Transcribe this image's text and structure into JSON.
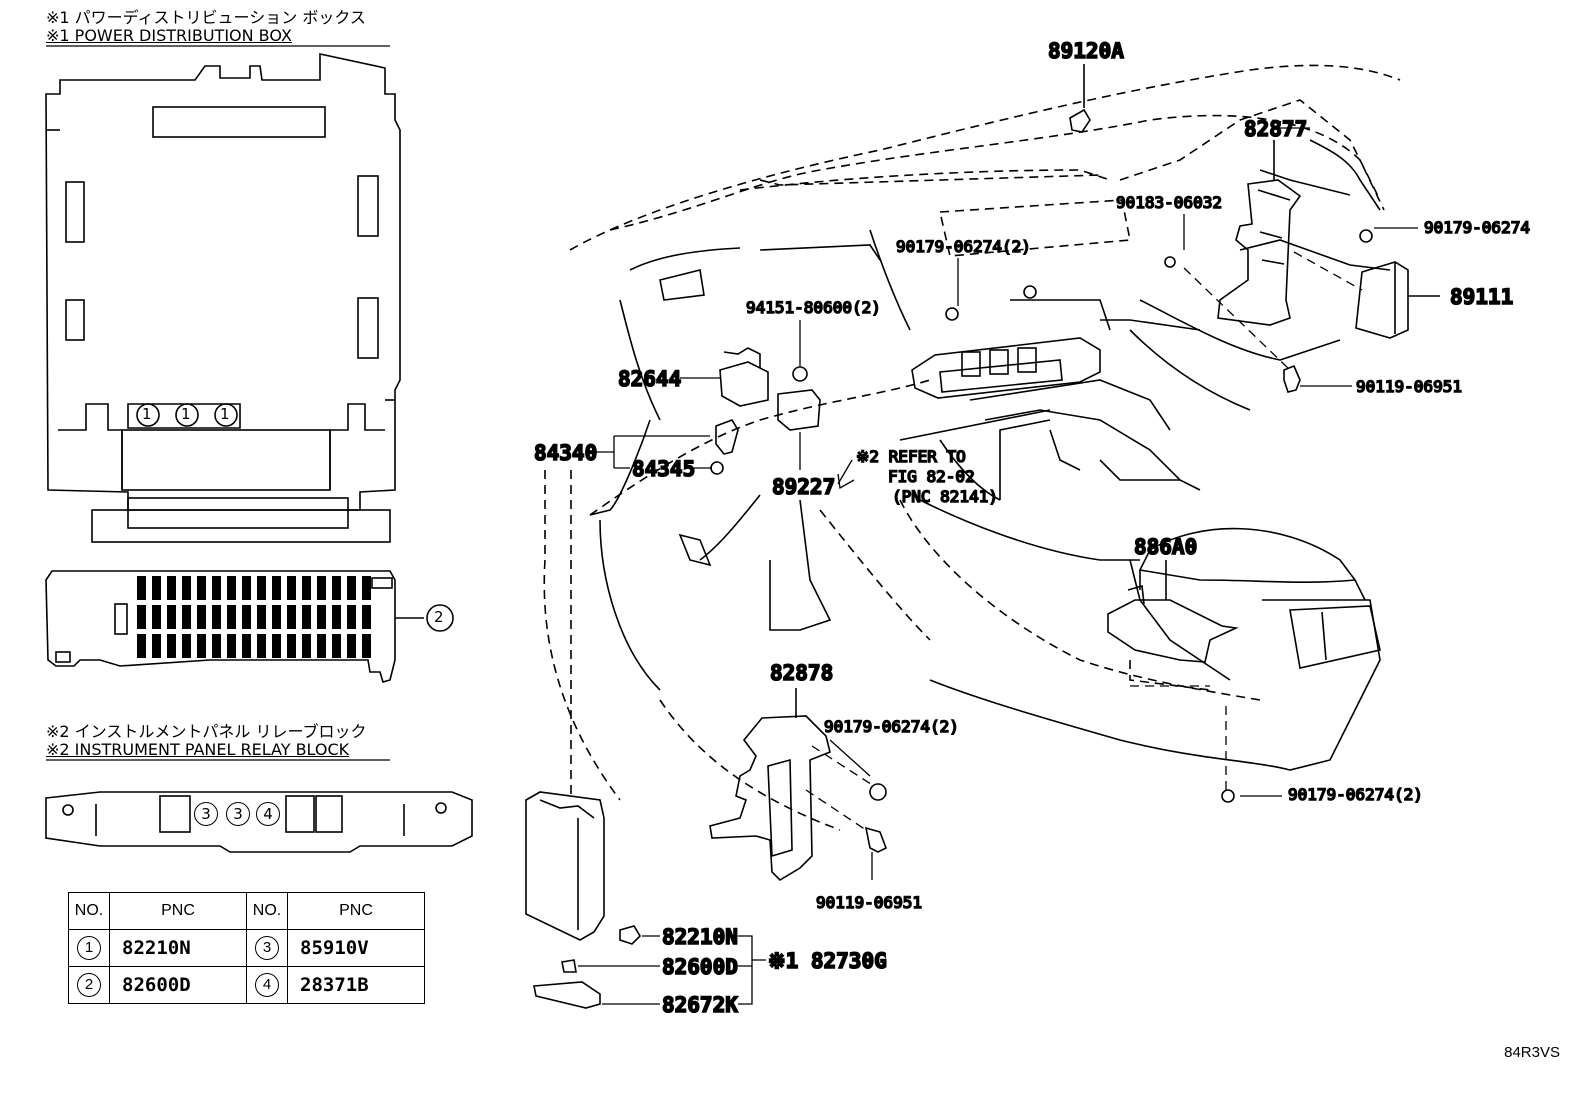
{
  "headings": {
    "box1_jp": "※1 パワーディストリビューション ボックス",
    "box1_en": "※1 POWER DISTRIBUTION BOX",
    "box2_jp": "※2 インストルメントパネル リレーブロック",
    "box2_en": "※2 INSTRUMENT PANEL RELAY BLOCK"
  },
  "markers": {
    "one": "1",
    "two": "2",
    "three": "3",
    "four": "4"
  },
  "parts": {
    "p89120A": "89120A",
    "p82877": "82877",
    "p90183": "90183-06032",
    "p90179_top": "90179-06274",
    "p90179_2a": "90179-06274(2)",
    "p89111": "89111",
    "p94151": "94151-80600(2)",
    "p82644": "82644",
    "p90119_a": "90119-06951",
    "p84340": "84340",
    "p84345": "84345",
    "p89227": "89227",
    "p886A0": "886A0",
    "p82878": "82878",
    "p90179_2b": "90179-06274(2)",
    "p90179_2c": "90179-06274(2)",
    "p90119_b": "90119-06951",
    "p82210N": "82210N",
    "p82600D": "82600D",
    "p82672K": "82672K",
    "p82730G": "※1 82730G"
  },
  "refer": {
    "line1": "※2 REFER TO",
    "line2": "FIG 82-02",
    "line3": "(PNC 82141)"
  },
  "table": {
    "headers": [
      "NO.",
      "PNC",
      "NO.",
      "PNC"
    ],
    "rows": [
      {
        "no_a": "1",
        "pnc_a": "82210N",
        "no_b": "3",
        "pnc_b": "85910V"
      },
      {
        "no_a": "2",
        "pnc_a": "82600D",
        "no_b": "4",
        "pnc_b": "28371B"
      }
    ]
  },
  "figure_code": "84R3VS"
}
